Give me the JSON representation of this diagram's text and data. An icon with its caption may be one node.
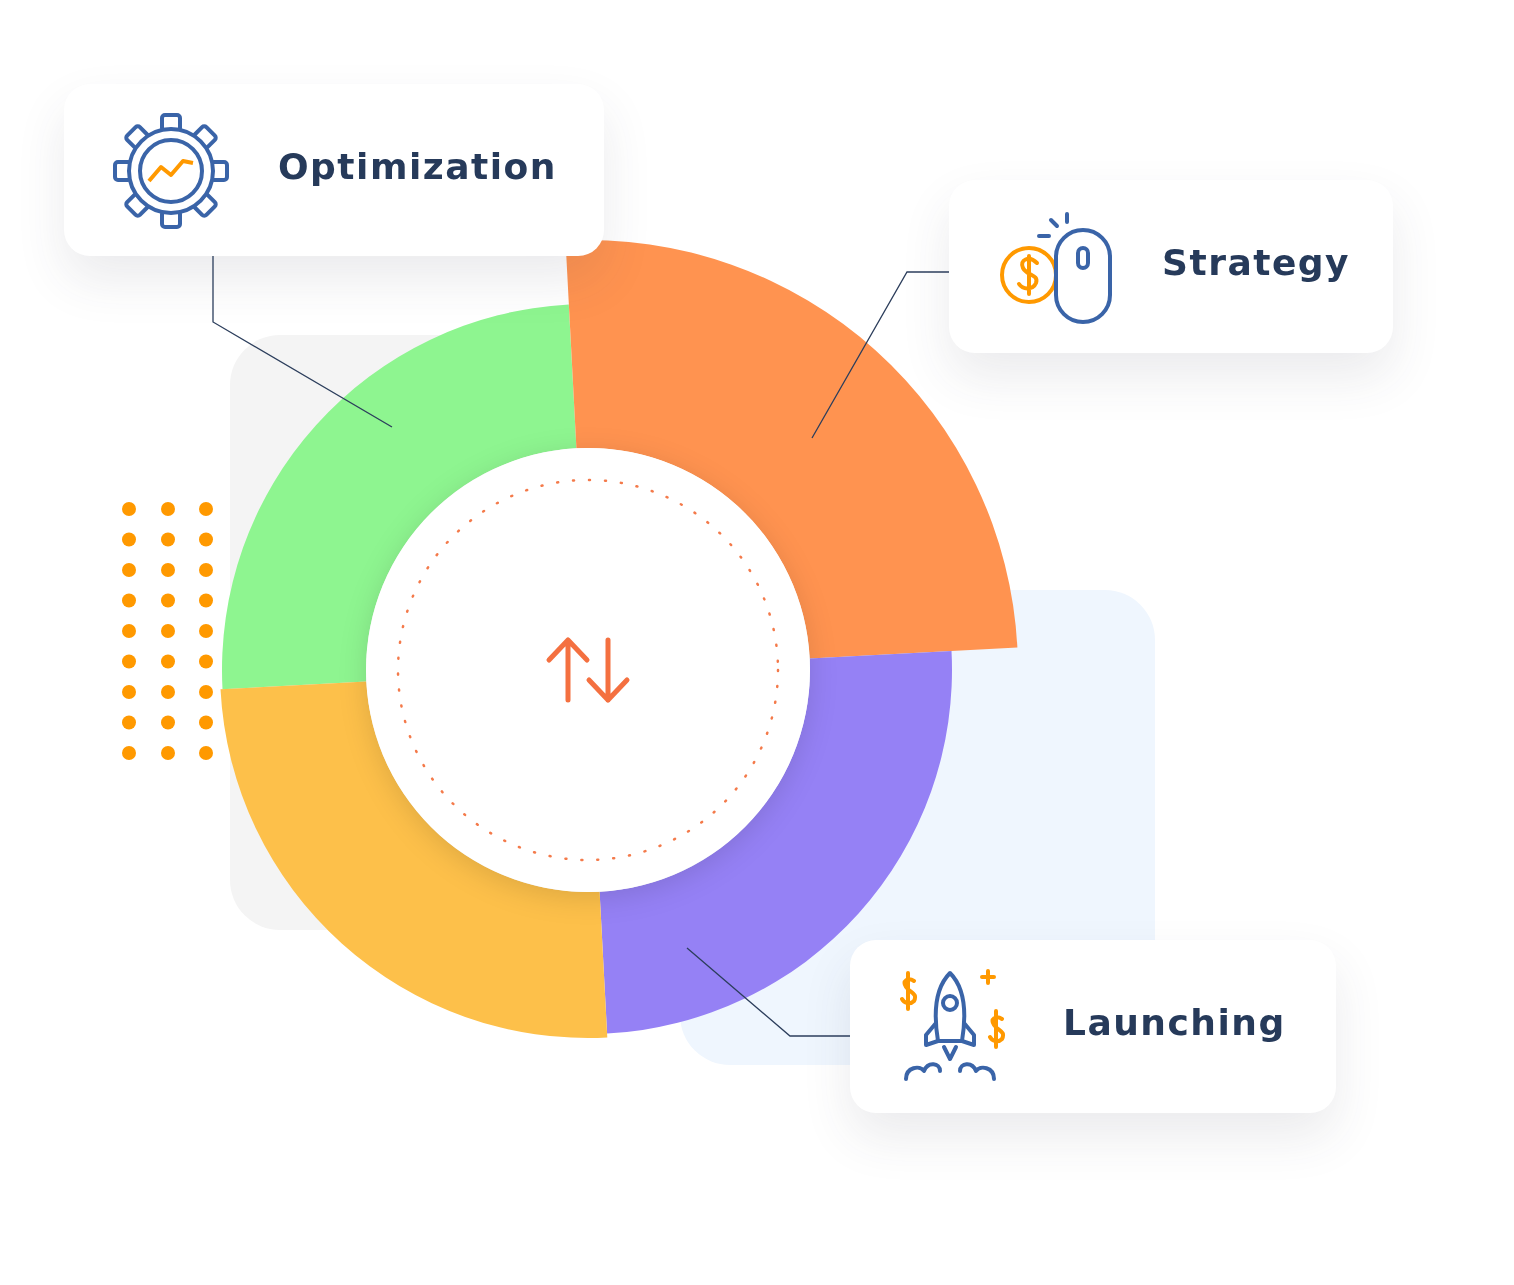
{
  "diagram": {
    "nodes": [
      {
        "text": [
          "Optimization"
        ]
      },
      {
        "text": [
          "Strategy"
        ]
      },
      {
        "text": [
          "Launching"
        ]
      },
      {
        "text": [],
        "shape": "segment"
      },
      {
        "text": [],
        "shape": "segment"
      },
      {
        "text": [],
        "shape": "segment"
      },
      {
        "text": [],
        "shape": "segment"
      }
    ],
    "edges": [
      {
        "from": 0,
        "to": 3,
        "arrow": "none"
      },
      {
        "from": 1,
        "to": 4,
        "arrow": "none"
      },
      {
        "from": 2,
        "to": 5,
        "arrow": "none"
      }
    ]
  }
}
